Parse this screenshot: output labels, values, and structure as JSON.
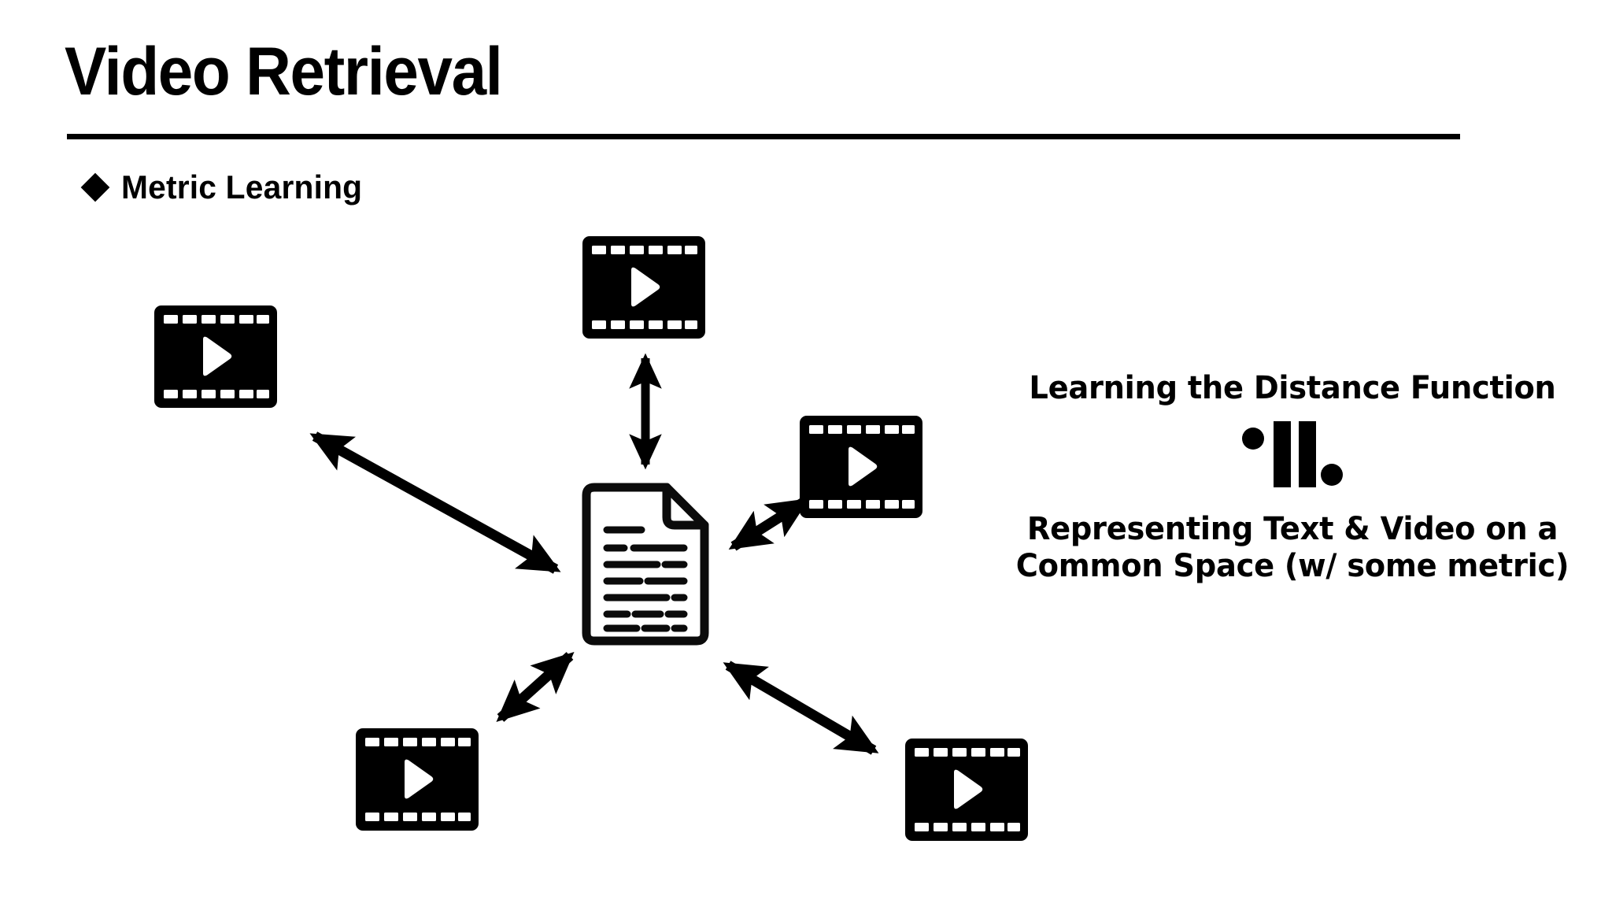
{
  "slide": {
    "title": "Video Retrieval",
    "background_color": "#ffffff",
    "ink_color": "#000000"
  },
  "bullets": [
    {
      "marker": "diamond-bullet",
      "label": "Metric Learning"
    }
  ],
  "caption": {
    "top_line": "Learning the Distance Function",
    "symbol": {
      "name": "norm-distance-symbol",
      "reading": "•‖•",
      "parts": [
        "dot",
        "double-vertical-bar",
        "dot"
      ]
    },
    "bottom_line_1": "Representing Text & Video on a",
    "bottom_line_2": "Common Space (w/ some metric)"
  },
  "diagram": {
    "center_node": {
      "name": "document-icon",
      "kind": "text-document",
      "label": "Text Document",
      "line_count": 7
    },
    "video_nodes": [
      {
        "id": "video-top",
        "label": "Video",
        "position": "top"
      },
      {
        "id": "video-left",
        "label": "Video",
        "position": "upper-left"
      },
      {
        "id": "video-right",
        "label": "Video",
        "position": "right"
      },
      {
        "id": "video-bottom-left",
        "label": "Video",
        "position": "bottom-left"
      },
      {
        "id": "video-bottom-right",
        "label": "Video",
        "position": "bottom-right"
      }
    ],
    "connectors": [
      {
        "id": "arrow-doc-top",
        "from": "document-icon",
        "to": "video-top",
        "style": "double-headed"
      },
      {
        "id": "arrow-doc-left",
        "from": "document-icon",
        "to": "video-left",
        "style": "double-headed"
      },
      {
        "id": "arrow-doc-right",
        "from": "document-icon",
        "to": "video-right",
        "style": "double-headed"
      },
      {
        "id": "arrow-doc-bottom-left",
        "from": "document-icon",
        "to": "video-bottom-left",
        "style": "double-headed"
      },
      {
        "id": "arrow-doc-bottom-right",
        "from": "document-icon",
        "to": "video-bottom-right",
        "style": "double-headed"
      }
    ]
  }
}
